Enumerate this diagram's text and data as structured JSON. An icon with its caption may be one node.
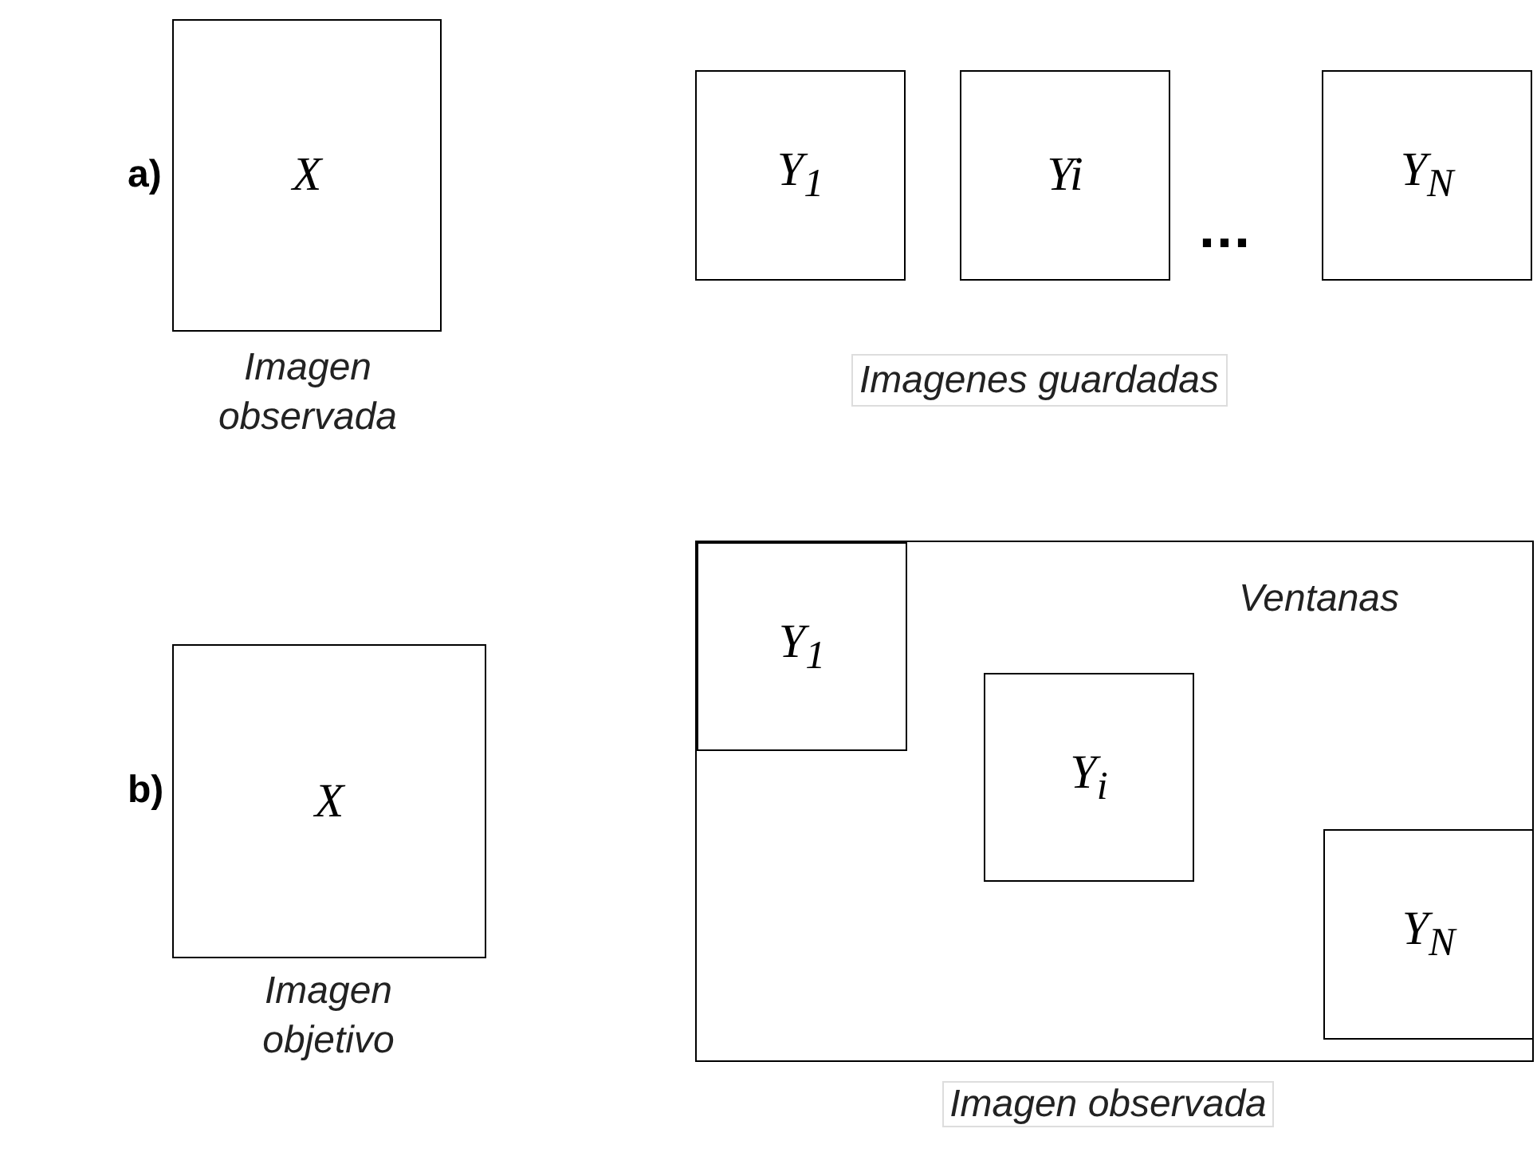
{
  "diagram": {
    "nodes": [
      {
        "text": [
          "X"
        ],
        "beside": [
          "Imagen observada"
        ]
      },
      {
        "text": [
          "Y$_{1}$"
        ]
      },
      {
        "text": [
          "Yi"
        ]
      },
      {
        "text": [
          "Y$_{N}$"
        ]
      },
      {
        "text": [
          "X"
        ],
        "beside": [
          "Imagen objetivo"
        ]
      },
      {
        "text": [
          "Ventanas"
        ],
        "beside": [
          "Imagen observada"
        ]
      },
      {
        "text": [
          "Y$_{1}$"
        ],
        "in": 5
      },
      {
        "text": [
          "Y$_{i}$"
        ],
        "in": 5
      },
      {
        "text": [
          "Y$_{N}$"
        ],
        "in": 5
      }
    ],
    "labels": [
      "a)",
      "...",
      "Imagenes guardadas",
      "b)"
    ]
  }
}
